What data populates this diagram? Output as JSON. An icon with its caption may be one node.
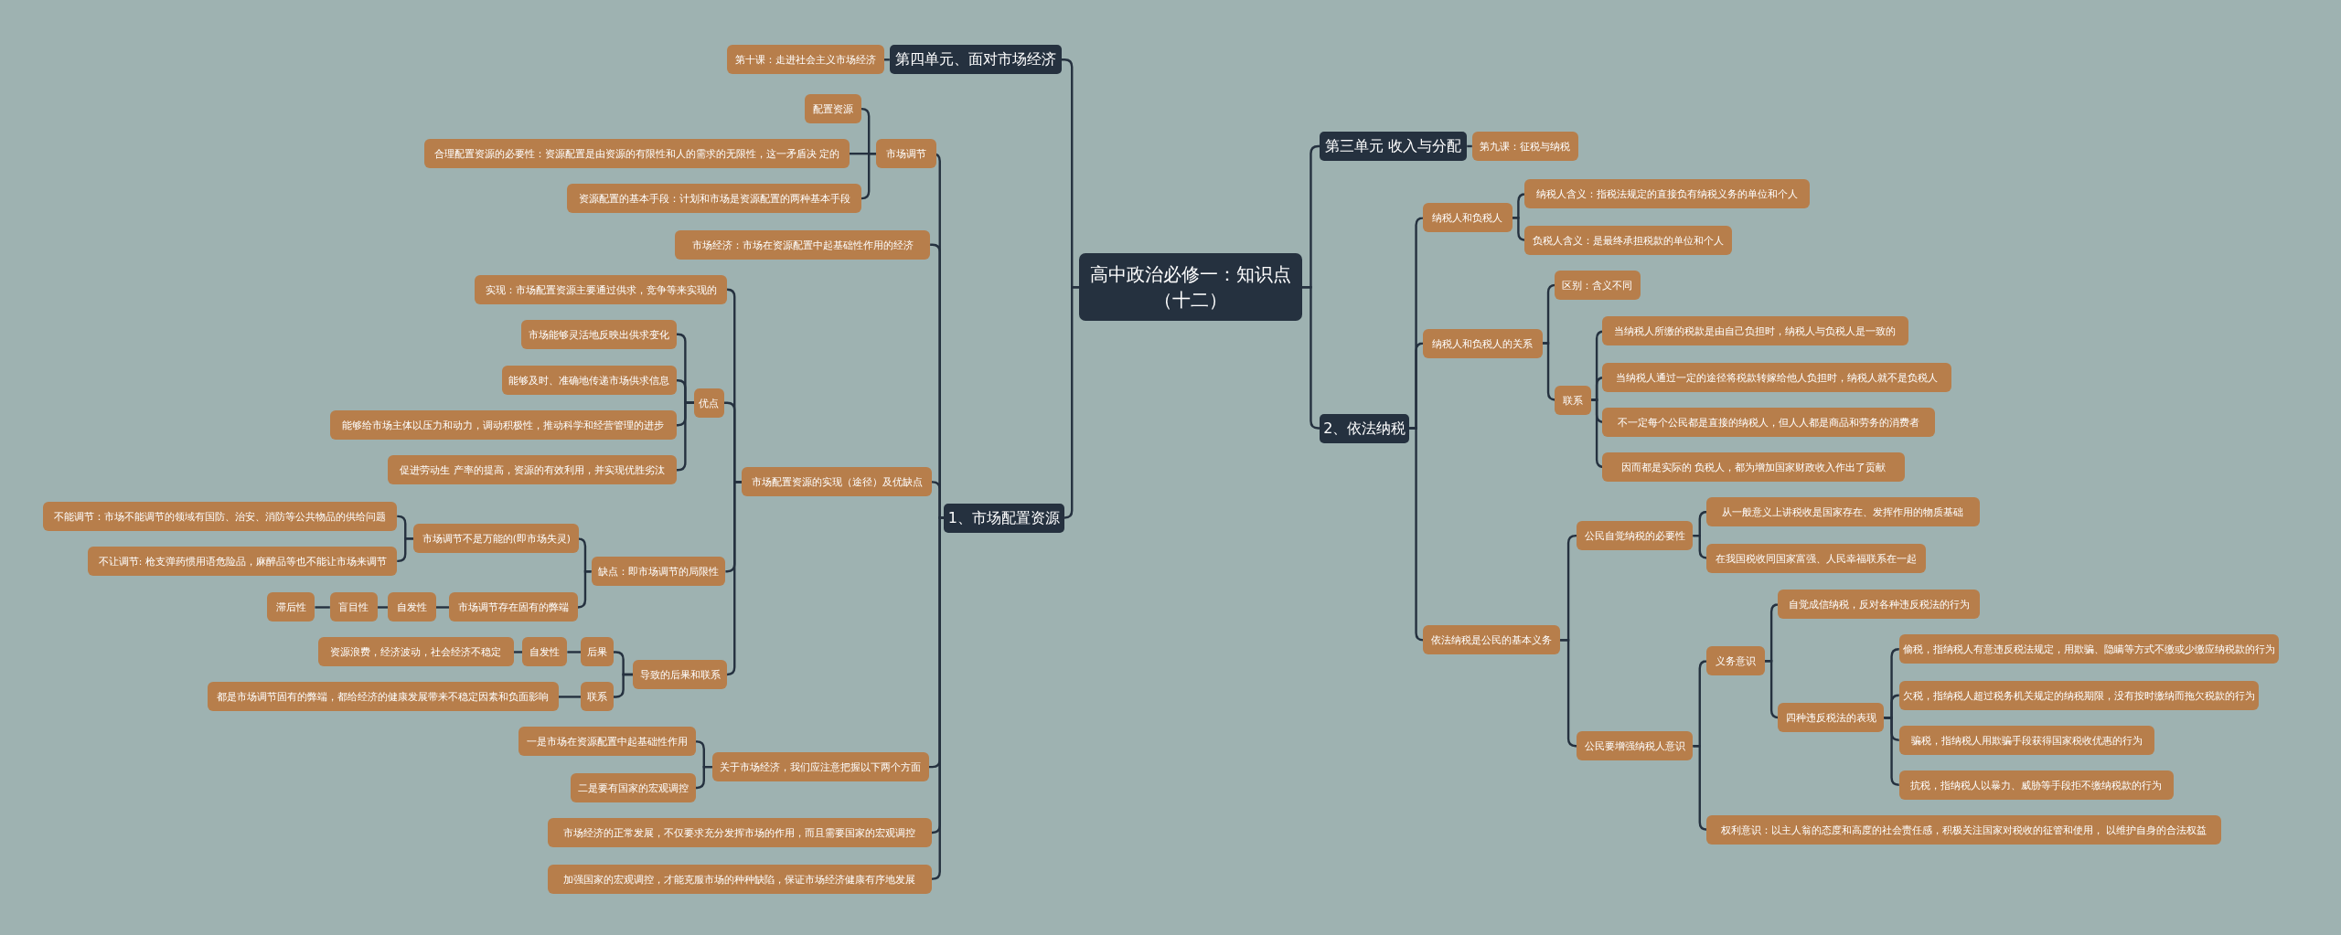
{
  "diagram": {
    "nodes": [
      {
        "text": [
          "高中政治必修一：知识点（十二）"
        ]
      },
      {
        "text": [
          "第四单元、面对市场经济"
        ]
      },
      {
        "text": [
          "第十课：走进社会主义市场经济"
        ]
      },
      {
        "text": [
          "1、市场配置资源"
        ]
      },
      {
        "text": [
          "市场调节"
        ]
      },
      {
        "text": [
          "配置资源"
        ]
      },
      {
        "text": [
          "合理配置资源的必要性：资源配置是由资源的有限性和人的需求的无限性，这一矛盾决 定的"
        ]
      },
      {
        "text": [
          "资源配置的基本手段：计划和市场是资源配置的两种基本手段"
        ]
      },
      {
        "text": [
          "市场经济：市场在资源配置中起基础性作用的经济"
        ]
      },
      {
        "text": [
          "市场配置资源的实现（途径）及优缺点"
        ]
      },
      {
        "text": [
          "实现：市场配置资源主要通过供求，竞争等来实现的"
        ]
      },
      {
        "text": [
          "优点"
        ]
      },
      {
        "text": [
          "市场能够灵活地反映出供求变化"
        ]
      },
      {
        "text": [
          "能够及时、准确地传递市场供求信息"
        ]
      },
      {
        "text": [
          "能够给市场主体以压力和动力，调动积极性，推动科学和经营管理的进步"
        ]
      },
      {
        "text": [
          "促进劳动生 产率的提高，资源的有效利用，并实现优胜劣汰"
        ]
      },
      {
        "text": [
          "缺点：即市场调节的局限性"
        ]
      },
      {
        "text": [
          "市场调节不是万能的(即市场失灵)"
        ]
      },
      {
        "text": [
          "不能调节：市场不能调节的领域有国防、治安、消防等公共物品的供给问题"
        ]
      },
      {
        "text": [
          "不让调节: 枪支弹药惯用语危险品，麻醉品等也不能让市场来调节"
        ]
      },
      {
        "text": [
          "市场调节存在固有的弊端"
        ]
      },
      {
        "text": [
          "自发性"
        ]
      },
      {
        "text": [
          "盲目性"
        ]
      },
      {
        "text": [
          "滞后性"
        ]
      },
      {
        "text": [
          "导致的后果和联系"
        ]
      },
      {
        "text": [
          "后果"
        ]
      },
      {
        "text": [
          "自发性"
        ]
      },
      {
        "text": [
          "资源浪费，经济波动，社会经济不稳定"
        ]
      },
      {
        "text": [
          "联系"
        ]
      },
      {
        "text": [
          "都是市场调节固有的弊端，都给经济的健康发展带来不稳定因素和负面影响"
        ]
      },
      {
        "text": [
          "关于市场经济，我们应注意把握以下两个方面"
        ]
      },
      {
        "text": [
          "一是市场在资源配置中起基础性作用"
        ]
      },
      {
        "text": [
          "二是要有国家的宏观调控"
        ]
      },
      {
        "text": [
          "市场经济的正常发展，不仅要求充分发挥市场的作用，而且需要国家的宏观调控"
        ]
      },
      {
        "text": [
          "加强国家的宏观调控，才能克服市场的种种缺陷，保证市场经济健康有序地发展"
        ]
      },
      {
        "text": [
          "第三单元 收入与分配"
        ]
      },
      {
        "text": [
          "第九课：征税与纳税"
        ]
      },
      {
        "text": [
          "2、依法纳税"
        ]
      },
      {
        "text": [
          "纳税人和负税人"
        ]
      },
      {
        "text": [
          "纳税人含义：指税法规定的直接负有纳税义务的单位和个人"
        ]
      },
      {
        "text": [
          "负税人含义：是最终承担税款的单位和个人"
        ]
      },
      {
        "text": [
          "纳税人和负税人的关系"
        ]
      },
      {
        "text": [
          "区别：含义不同"
        ]
      },
      {
        "text": [
          "联系"
        ]
      },
      {
        "text": [
          "当纳税人所缴的税款是由自己负担时，纳税人与负税人是一致的"
        ]
      },
      {
        "text": [
          "当纳税人通过一定的途径将税款转嫁给他人负担时，纳税人就不是负税人"
        ]
      },
      {
        "text": [
          "不一定每个公民都是直接的纳税人，但人人都是商品和劳务的消费者"
        ]
      },
      {
        "text": [
          "因而都是实际的 负税人，都为增加国家财政收入作出了贡献"
        ]
      },
      {
        "text": [
          "依法纳税是公民的基本义务"
        ]
      },
      {
        "text": [
          "公民自觉纳税的必要性"
        ]
      },
      {
        "text": [
          "从一般意义上讲税收是国家存在、发挥作用的物质基础"
        ]
      },
      {
        "text": [
          "在我国税收同国家富强、人民幸福联系在一起"
        ]
      },
      {
        "text": [
          "公民要增强纳税人意识"
        ]
      },
      {
        "text": [
          "义务意识"
        ]
      },
      {
        "text": [
          "自觉成信纳税，反对各种违反税法的行为"
        ]
      },
      {
        "text": [
          "四种违反税法的表现"
        ]
      },
      {
        "text": [
          "偷税，指纳税人有意违反税法规定，用欺骗、隐瞒等方式不缴或少缴应纳税款的行为"
        ]
      },
      {
        "text": [
          "欠税，指纳税人超过税务机关规定的纳税期限，没有按时缴纳而拖欠税款的行为"
        ]
      },
      {
        "text": [
          "骗税，指纳税人用欺骗手段获得国家税收优惠的行为"
        ]
      },
      {
        "text": [
          "抗税，指纳税人以暴力、威胁等手段拒不缴纳税款的行为"
        ]
      },
      {
        "text": [
          "权利意识：以主人翁的态度和高度的社会责任感，积极关注国家对税收的征管和使用， 以维护自身的合法权益"
        ]
      }
    ],
    "edges": [
      {
        "from": 0,
        "to": 1,
        "arrow": "none"
      },
      {
        "from": 0,
        "to": 3,
        "arrow": "none"
      },
      {
        "from": 0,
        "to": 35,
        "arrow": "none"
      },
      {
        "from": 0,
        "to": 37,
        "arrow": "none"
      },
      {
        "from": 1,
        "to": 2,
        "arrow": "none"
      },
      {
        "from": 3,
        "to": 4,
        "arrow": "none"
      },
      {
        "from": 3,
        "to": 8,
        "arrow": "none"
      },
      {
        "from": 3,
        "to": 9,
        "arrow": "none"
      },
      {
        "from": 3,
        "to": 30,
        "arrow": "none"
      },
      {
        "from": 3,
        "to": 33,
        "arrow": "none"
      },
      {
        "from": 3,
        "to": 34,
        "arrow": "none"
      },
      {
        "from": 4,
        "to": 5,
        "arrow": "none"
      },
      {
        "from": 4,
        "to": 6,
        "arrow": "none"
      },
      {
        "from": 4,
        "to": 7,
        "arrow": "none"
      },
      {
        "from": 9,
        "to": 10,
        "arrow": "none"
      },
      {
        "from": 9,
        "to": 11,
        "arrow": "none"
      },
      {
        "from": 9,
        "to": 16,
        "arrow": "none"
      },
      {
        "from": 9,
        "to": 24,
        "arrow": "none"
      },
      {
        "from": 11,
        "to": 12,
        "arrow": "none"
      },
      {
        "from": 11,
        "to": 13,
        "arrow": "none"
      },
      {
        "from": 11,
        "to": 14,
        "arrow": "none"
      },
      {
        "from": 11,
        "to": 15,
        "arrow": "none"
      },
      {
        "from": 16,
        "to": 17,
        "arrow": "none"
      },
      {
        "from": 16,
        "to": 20,
        "arrow": "none"
      },
      {
        "from": 17,
        "to": 18,
        "arrow": "none"
      },
      {
        "from": 17,
        "to": 19,
        "arrow": "none"
      },
      {
        "from": 20,
        "to": 21,
        "arrow": "none"
      },
      {
        "from": 21,
        "to": 22,
        "arrow": "none"
      },
      {
        "from": 22,
        "to": 23,
        "arrow": "none"
      },
      {
        "from": 24,
        "to": 25,
        "arrow": "none"
      },
      {
        "from": 24,
        "to": 28,
        "arrow": "none"
      },
      {
        "from": 25,
        "to": 26,
        "arrow": "none"
      },
      {
        "from": 26,
        "to": 27,
        "arrow": "none"
      },
      {
        "from": 28,
        "to": 29,
        "arrow": "none"
      },
      {
        "from": 30,
        "to": 31,
        "arrow": "none"
      },
      {
        "from": 30,
        "to": 32,
        "arrow": "none"
      },
      {
        "from": 35,
        "to": 36,
        "arrow": "none"
      },
      {
        "from": 37,
        "to": 38,
        "arrow": "none"
      },
      {
        "from": 37,
        "to": 41,
        "arrow": "none"
      },
      {
        "from": 37,
        "to": 48,
        "arrow": "none"
      },
      {
        "from": 38,
        "to": 39,
        "arrow": "none"
      },
      {
        "from": 38,
        "to": 40,
        "arrow": "none"
      },
      {
        "from": 41,
        "to": 42,
        "arrow": "none"
      },
      {
        "from": 41,
        "to": 43,
        "arrow": "none"
      },
      {
        "from": 43,
        "to": 44,
        "arrow": "none"
      },
      {
        "from": 43,
        "to": 45,
        "arrow": "none"
      },
      {
        "from": 43,
        "to": 46,
        "arrow": "none"
      },
      {
        "from": 43,
        "to": 47,
        "arrow": "none"
      },
      {
        "from": 48,
        "to": 49,
        "arrow": "none"
      },
      {
        "from": 48,
        "to": 52,
        "arrow": "none"
      },
      {
        "from": 49,
        "to": 50,
        "arrow": "none"
      },
      {
        "from": 49,
        "to": 51,
        "arrow": "none"
      },
      {
        "from": 52,
        "to": 53,
        "arrow": "none"
      },
      {
        "from": 52,
        "to": 60,
        "arrow": "none"
      },
      {
        "from": 53,
        "to": 54,
        "arrow": "none"
      },
      {
        "from": 53,
        "to": 55,
        "arrow": "none"
      },
      {
        "from": 55,
        "to": 56,
        "arrow": "none"
      },
      {
        "from": 55,
        "to": 57,
        "arrow": "none"
      },
      {
        "from": 55,
        "to": 58,
        "arrow": "none"
      },
      {
        "from": 55,
        "to": 59,
        "arrow": "none"
      }
    ]
  }
}
